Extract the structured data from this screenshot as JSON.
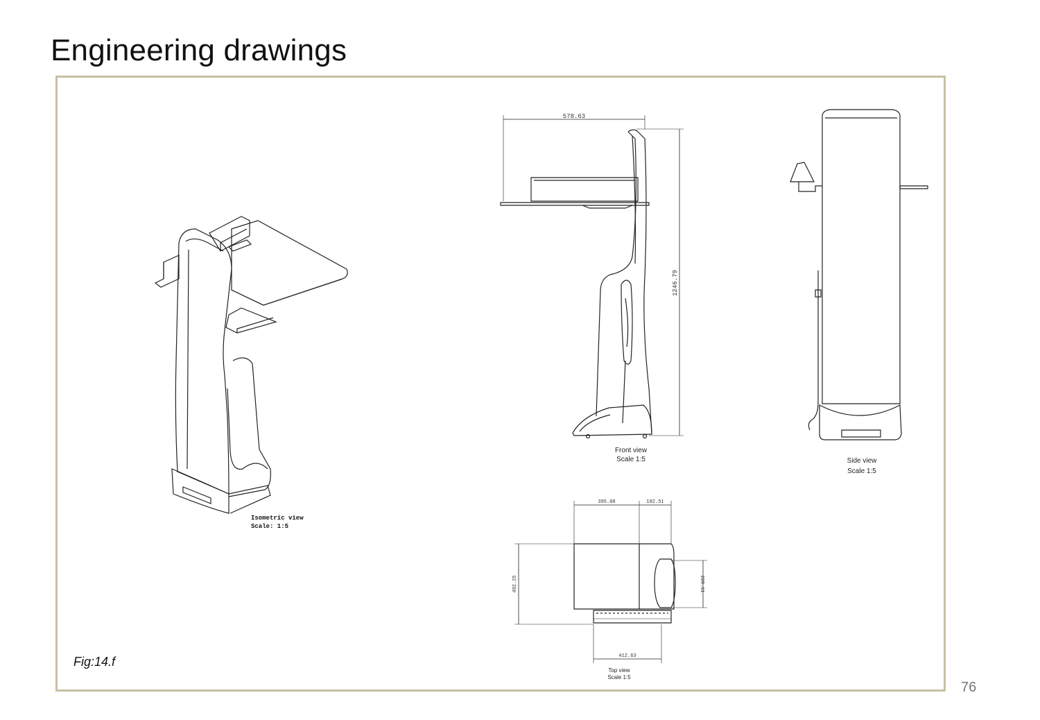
{
  "page": {
    "title": "Engineering drawings",
    "figure_label": "Fig:14.f",
    "page_number": "76"
  },
  "isometric": {
    "caption_line1": "Isometric view",
    "caption_line2": "Scale:  1:5"
  },
  "front": {
    "dim_width": "578.63",
    "dim_height": "1246.79",
    "caption_line1": "Front view",
    "caption_line2": "Scale 1:5"
  },
  "side": {
    "caption_line1": "Side view",
    "caption_line2": "Scale 1:5"
  },
  "top": {
    "dim_a": "395.08",
    "dim_b": "182.51",
    "dim_left": "492.25",
    "dim_right": "289.61",
    "dim_bottom": "412.63",
    "caption_line1": "Top view",
    "caption_line2": "Scale 1:5"
  },
  "colors": {
    "frame_border": "#c8bfa0",
    "line": "#222222"
  }
}
